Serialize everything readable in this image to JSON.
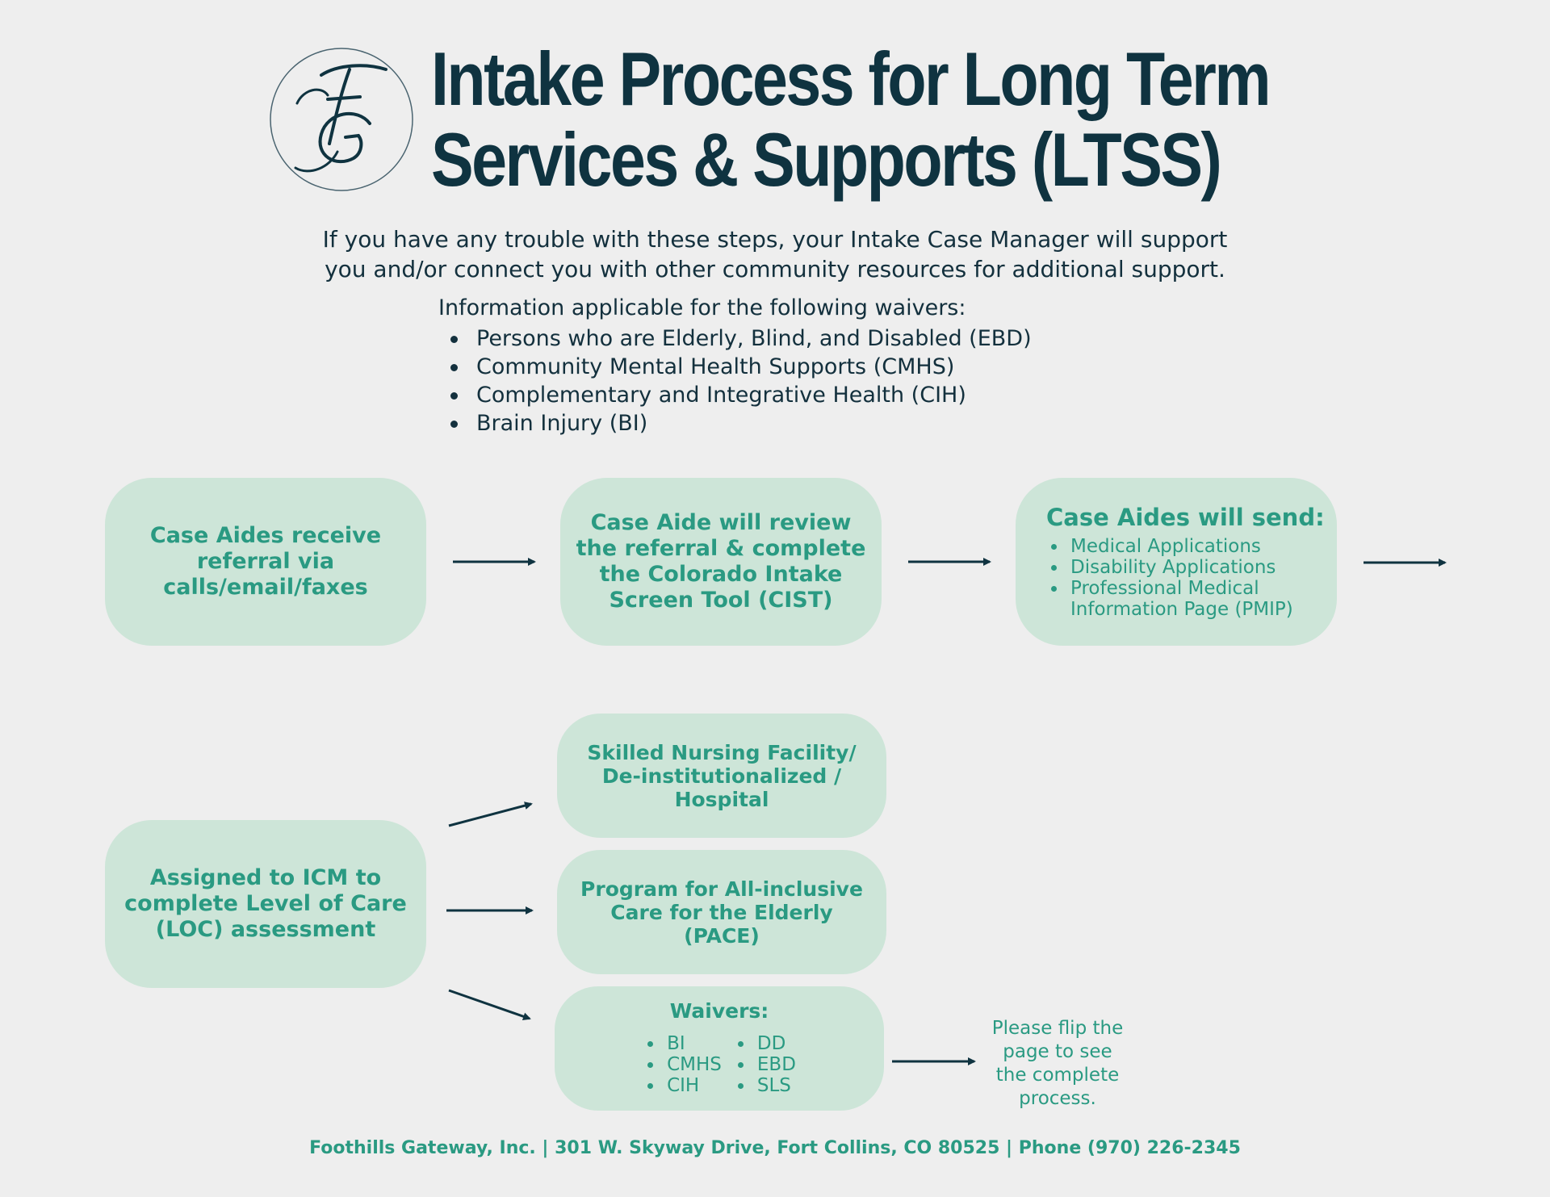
{
  "header": {
    "title_lines": [
      "Intake Process for Long Term",
      "Services & Supports (LTSS)"
    ]
  },
  "intro_lines": [
    "If you have any trouble with these steps, your Intake Case Manager will support",
    "you and/or connect you with other community resources for additional support."
  ],
  "waivers_info": {
    "heading": "Information applicable for the following waivers:",
    "items": [
      "Persons who are Elderly, Blind, and Disabled (EBD)",
      "Community Mental Health Supports (CMHS)",
      "Complementary and Integrative Health (CIH)",
      "Brain Injury (BI)"
    ]
  },
  "steps": {
    "referral": [
      "Case Aides receive",
      "referral via",
      "calls/email/faxes"
    ],
    "review": [
      "Case Aide will review",
      "the referral & complete",
      "the Colorado Intake",
      "Screen Tool (CIST)"
    ],
    "send": {
      "title": "Case Aides will send:",
      "items": [
        "Medical Applications",
        "Disability Applications",
        "Professional Medical",
        "Information Page (PMIP)"
      ]
    },
    "icm": [
      "Assigned to ICM to",
      "complete Level of Care",
      "(LOC) assessment"
    ],
    "snf": [
      "Skilled Nursing Facility/",
      "De-institutionalized /",
      "Hospital"
    ],
    "pace": [
      "Program for All-inclusive",
      "Care for the Elderly",
      "(PACE)"
    ],
    "waivers": {
      "title": "Waivers:",
      "col1": [
        "BI",
        "CMHS",
        "CIH"
      ],
      "col2": [
        "DD",
        "EBD",
        "SLS"
      ]
    }
  },
  "flip_note": [
    "Please flip the",
    "page to see",
    "the complete",
    "process."
  ],
  "footer": "Foothills Gateway, Inc. | 301 W. Skyway Drive, Fort Collins, CO 80525 | Phone (970) 226-2345",
  "colors": {
    "background": "#eeeeee",
    "navy": "#0f3340",
    "box_fill": "#cde5d8",
    "teal_text": "#2a9a82"
  }
}
